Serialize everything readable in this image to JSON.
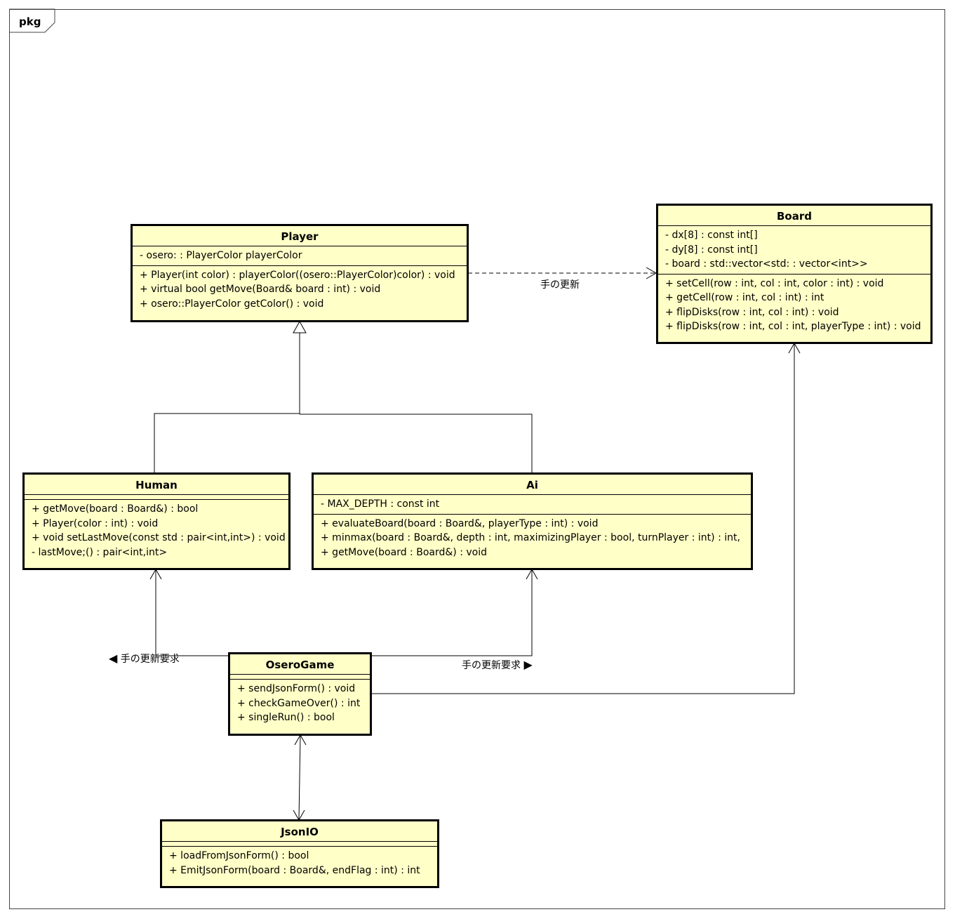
{
  "package": {
    "label": "pkg"
  },
  "classes": {
    "player": {
      "name": "Player",
      "attributes": [
        "- osero: : PlayerColor playerColor"
      ],
      "operations": [
        "+ Player(int color) : playerColor((osero::PlayerColor)color) : void",
        "+ virtual bool getMove(Board& board : int) : void",
        "+ osero::PlayerColor getColor() : void"
      ]
    },
    "board": {
      "name": "Board",
      "attributes": [
        "- dx[8] : const int[]",
        "- dy[8] : const int[]",
        "- board : std::vector<std: : vector<int>>"
      ],
      "operations": [
        "+ setCell(row : int, col : int, color : int) : void",
        "+ getCell(row : int, col : int) : int",
        "+ flipDisks(row : int, col : int) : void",
        "+ flipDisks(row : int, col : int, playerType : int) : void"
      ]
    },
    "human": {
      "name": "Human",
      "attributes": [],
      "operations": [
        "+ getMove(board : Board&) : bool",
        "+ Player(color : int) : void",
        "+ void setLastMove(const std : pair<int,int>) : void",
        "- lastMove;() : pair<int,int>"
      ]
    },
    "ai": {
      "name": "Ai",
      "attributes": [
        "- MAX_DEPTH : const int"
      ],
      "operations": [
        "+ evaluateBoard(board : Board&, playerType : int) : void",
        "+ minmax(board : Board&, depth : int, maximizingPlayer : bool, turnPlayer : int) : int,",
        "+ getMove(board : Board&) : void"
      ]
    },
    "oserogame": {
      "name": "OseroGame",
      "attributes": [],
      "operations": [
        "+ sendJsonForm() : void",
        "+ checkGameOver() : int",
        "+ singleRun() : bool"
      ]
    },
    "jsonio": {
      "name": "JsonIO",
      "attributes": [],
      "operations": [
        "+ loadFromJsonForm() : bool",
        "+ EmitJsonForm(board : Board&, endFlag : int) : int"
      ]
    }
  },
  "edge_labels": {
    "player_board": "手の更新",
    "game_human": "手の更新要求",
    "game_ai": "手の更新要求"
  },
  "colors": {
    "class_fill": "#ffffc8",
    "line": "#000000"
  }
}
